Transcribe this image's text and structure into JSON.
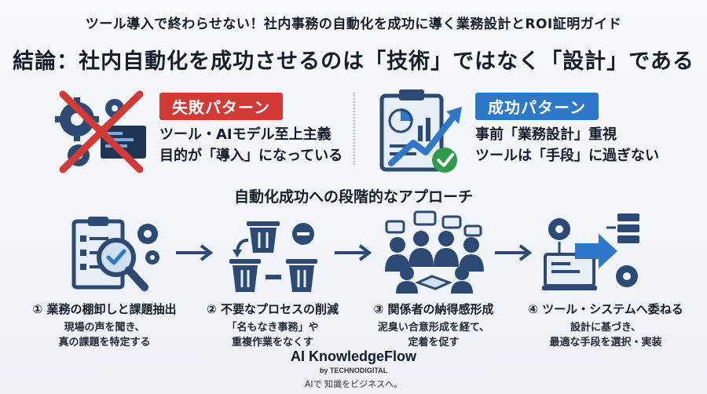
{
  "header": {
    "subtitle": "ツール導入で終わらせない！社内事務の自動化を成功に導く業務設計とROI証明ガイド",
    "headline": "結論：社内自動化を成功させるのは「技術」ではなく「設計」である"
  },
  "comparison": {
    "failure": {
      "badge": "失敗パターン",
      "lines": [
        "ツール・AIモデル至上主義",
        "目的が「導入」になっている"
      ]
    },
    "success": {
      "badge": "成功パターン",
      "lines": [
        "事前「業務設計」重視",
        "ツールは「手段」に過ぎない"
      ]
    }
  },
  "approach": {
    "title": "自動化成功への段階的なアプローチ",
    "steps": [
      {
        "title": "① 業務の棚卸しと課題抽出",
        "desc": [
          "現場の声を聞き、",
          "真の課題を特定する"
        ]
      },
      {
        "title": "② 不要なプロセスの削減",
        "desc": [
          "「名もなき事務」や",
          "重複作業をなくす"
        ]
      },
      {
        "title": "③ 関係者の納得感形成",
        "desc": [
          "泥臭い合意形成を経て、",
          "定着を促す"
        ]
      },
      {
        "title": "④ ツール・システムへ委ねる",
        "desc": [
          "設計に基づき、",
          "最適な手段を選択・実装"
        ]
      }
    ]
  },
  "brand": {
    "name": "AI KnowledgeFlow",
    "by": "by TECHNODIGITAL",
    "tagline": "AIで 知識をビジネスへ。"
  },
  "colors": {
    "accent_red": "#d33a35",
    "accent_blue": "#2f77c9",
    "icon_navy": "#2c4a73",
    "success_green": "#2e9b48"
  }
}
